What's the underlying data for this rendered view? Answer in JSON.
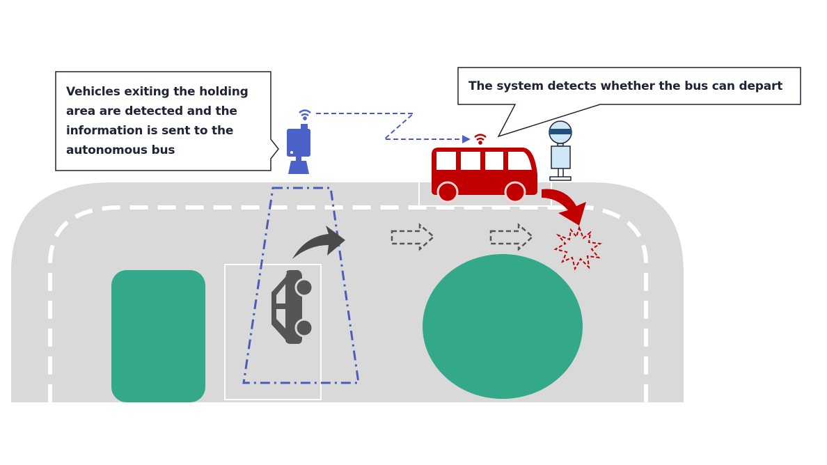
{
  "diagram": {
    "title": "Autonomous bus departure detection at holding area exit",
    "callouts": {
      "sensor_note": {
        "lines": [
          "Vehicles exiting the holding",
          "area are detected and the",
          "information is sent to the",
          "autonomous bus"
        ]
      },
      "system_note": {
        "text": "The system detects whether the bus can depart"
      }
    },
    "elements": {
      "roadside_sensor": "roadside-sensor-icon",
      "sensor_signal": "wifi-signal-icon",
      "bus": "autonomous-bus-icon",
      "bus_signal": "wifi-signal-icon",
      "bus_stop": "bus-stop-sign-icon",
      "exiting_car": "car-icon",
      "car_turn_arrow": "curved-arrow-icon",
      "flow_arrows": [
        "dashed-arrow-icon",
        "dashed-arrow-icon"
      ],
      "bus_departure_arrow": "curved-arrow-icon",
      "collision_marker": "collision-burst-icon",
      "holding_area": "holding-area-outline",
      "detection_zone": "detection-zone-outline",
      "islands": [
        "rounded-rect-island",
        "oval-island"
      ]
    },
    "colors": {
      "road": "#d9d9d9",
      "lane_marking": "#ffffff",
      "island": "#34a98a",
      "sensor": "#4a62c9",
      "bus": "#c00000",
      "car": "#555555",
      "bus_stop_fill": "#cfe6f6",
      "bus_stop_stroke": "#1f2433",
      "link": "#4a5cb8",
      "callout_border": "#1f2433",
      "text": "#1f2433"
    }
  }
}
